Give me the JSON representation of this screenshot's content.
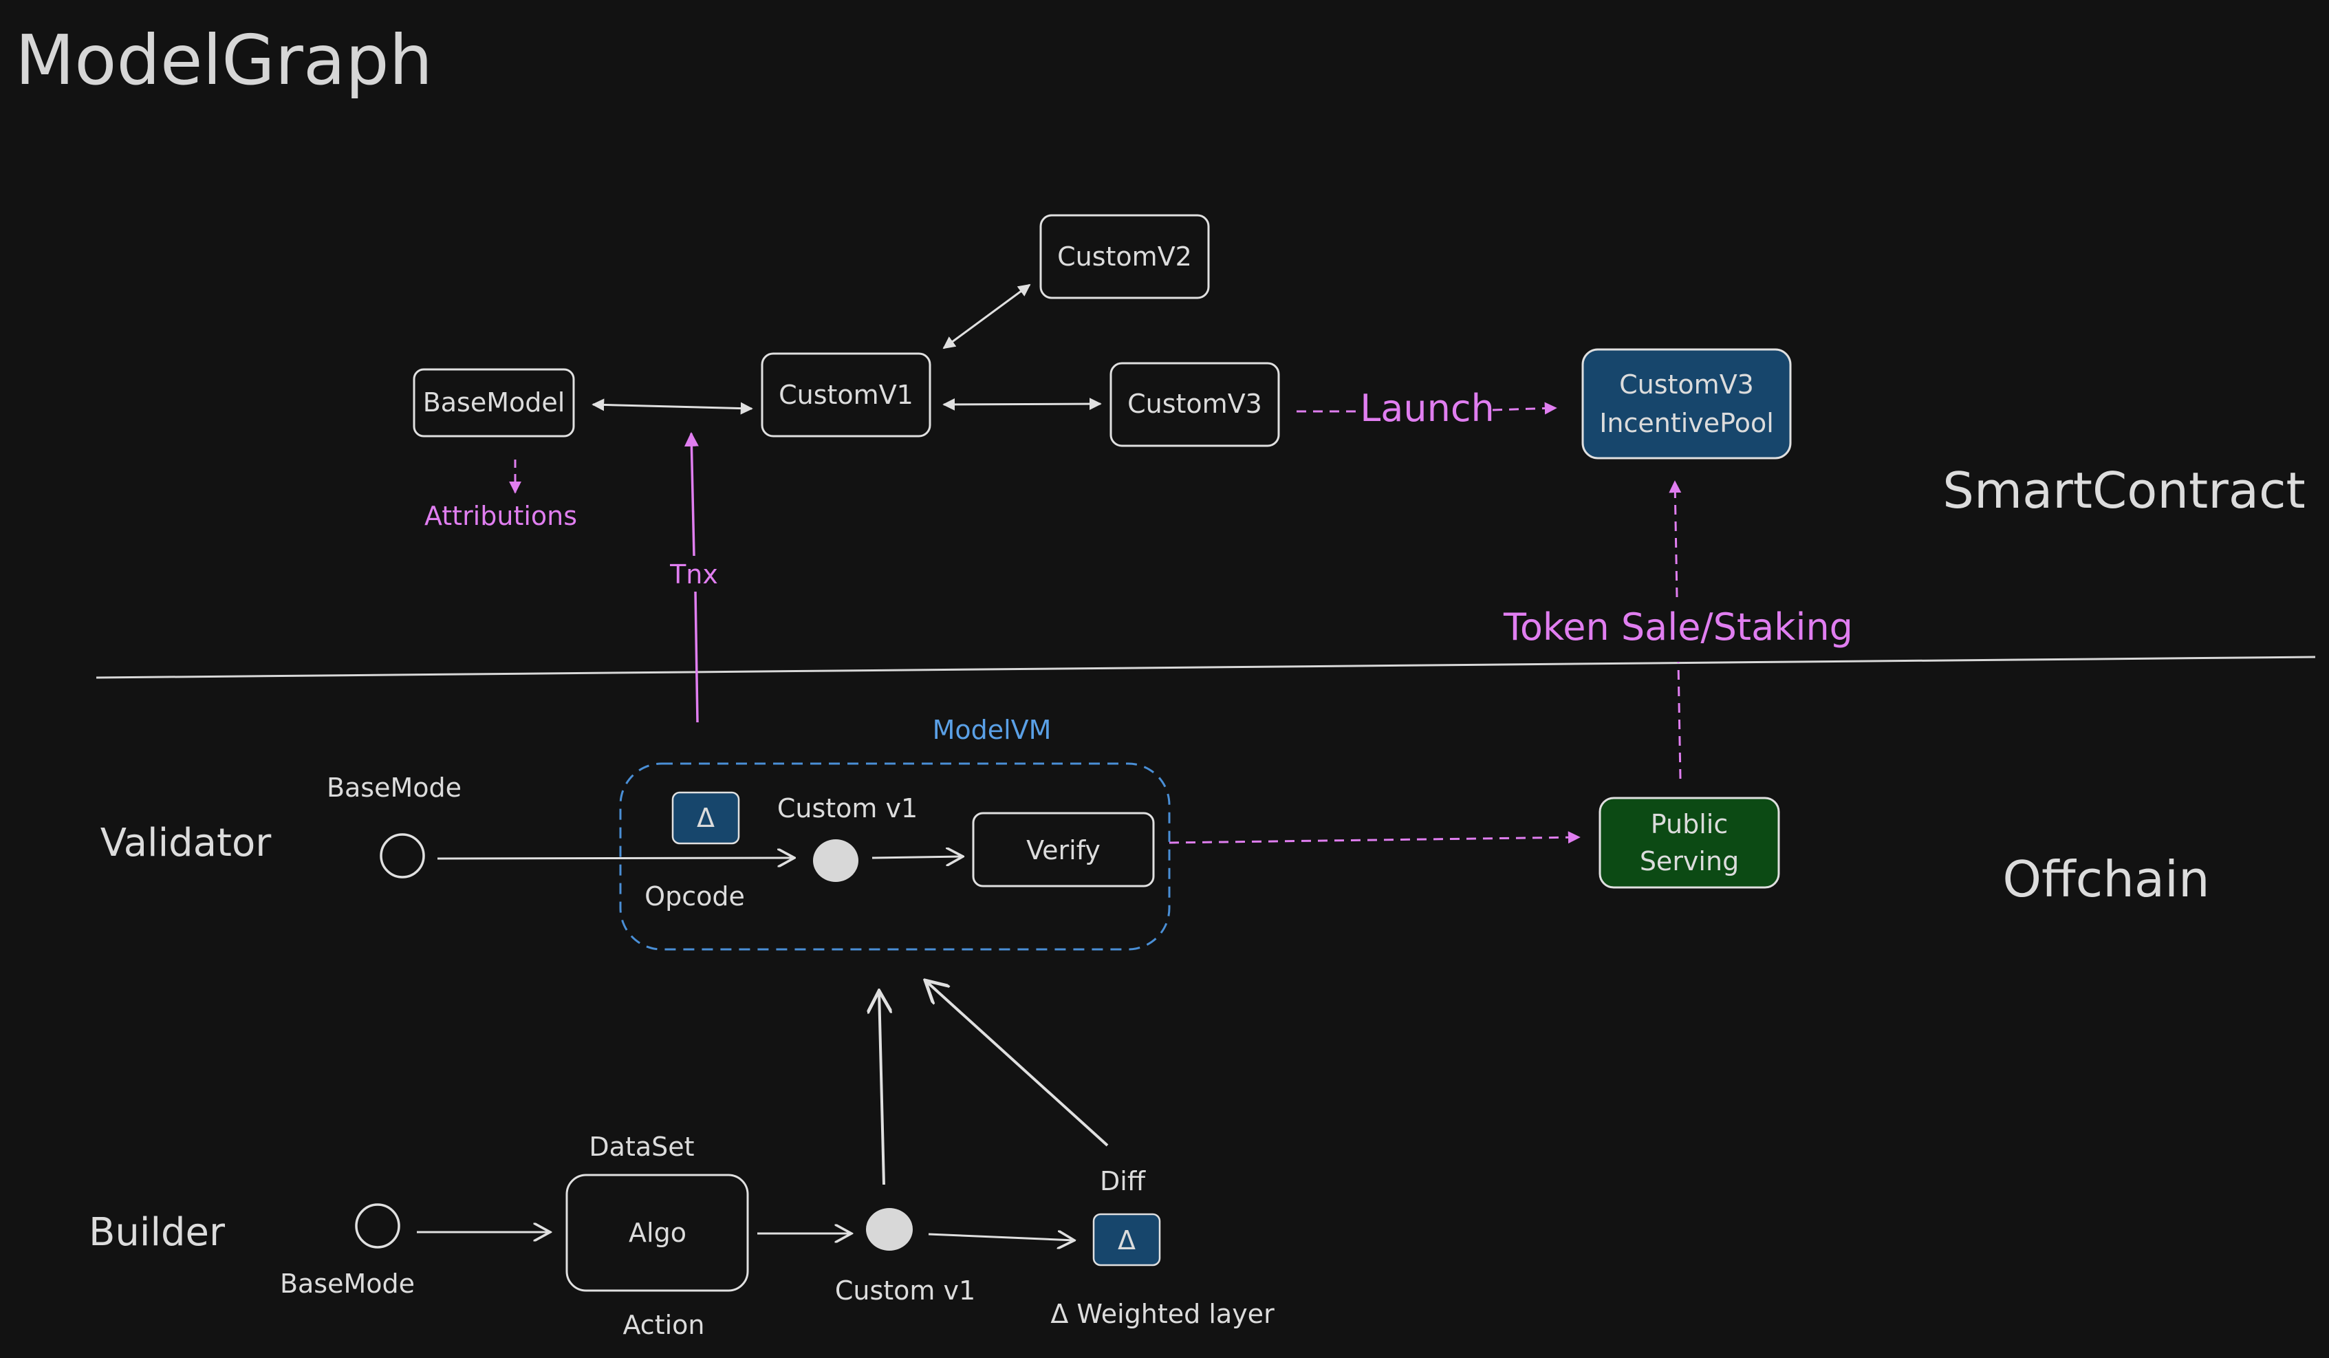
{
  "title": "ModelGraph",
  "colors": {
    "background": "#121212",
    "stroke": "#e0e0e0",
    "text": "#dcdcdc",
    "accent": "#e07ef0",
    "vm_border": "#4a8fd6",
    "vm_label": "#5aa0e6",
    "delta_fill": "#17466c",
    "pool_fill": "#17466c",
    "serving_fill": "#0c4a14"
  },
  "sections": {
    "top": "SmartContract",
    "bottom": "Offchain"
  },
  "roles": {
    "validator": "Validator",
    "builder": "Builder"
  },
  "graph": {
    "base_model": "BaseModel",
    "custom_v1": "CustomV1",
    "custom_v2": "CustomV2",
    "custom_v3": "CustomV3",
    "pool_line1": "CustomV3",
    "pool_line2": "IncentivePool",
    "attributions": "Attributions",
    "launch": "Launch",
    "tnx": "Tnx",
    "token_sale": "Token Sale/Staking"
  },
  "vm": {
    "label": "ModelVM",
    "delta": "Δ",
    "opcode": "Opcode",
    "custom": "Custom v1",
    "verify": "Verify"
  },
  "validator_row": {
    "base": "BaseMode"
  },
  "serving": {
    "line1": "Public",
    "line2": "Serving"
  },
  "builder_row": {
    "dataset": "DataSet",
    "algo": "Algo",
    "action": "Action",
    "base": "BaseMode",
    "custom": "Custom v1",
    "diff": "Diff",
    "delta": "Δ",
    "weighted": "Δ Weighted layer"
  }
}
